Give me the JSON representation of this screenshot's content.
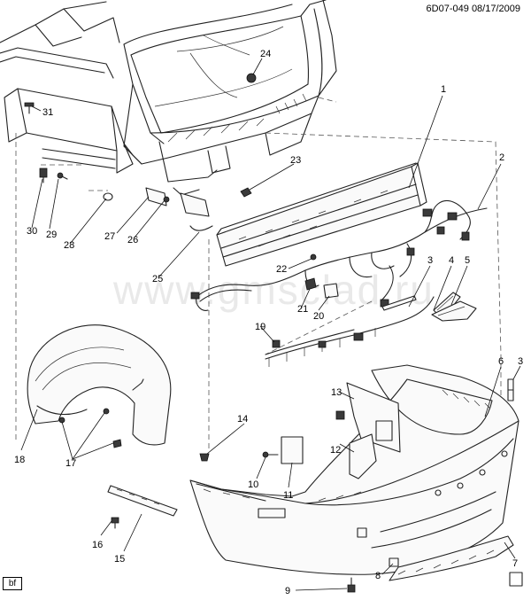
{
  "header": {
    "diagram_id": "6D07-049",
    "date": "08/17/2009"
  },
  "watermark": "www.gmsclad.ru",
  "footer_box": "bf",
  "callouts": [
    "1",
    "2",
    "3",
    "4",
    "5",
    "6",
    "7",
    "8",
    "9",
    "10",
    "11",
    "12",
    "13",
    "14",
    "15",
    "16",
    "17",
    "18",
    "19",
    "20",
    "21",
    "22",
    "23",
    "24",
    "25",
    "26",
    "27",
    "28",
    "29",
    "30",
    "31"
  ]
}
